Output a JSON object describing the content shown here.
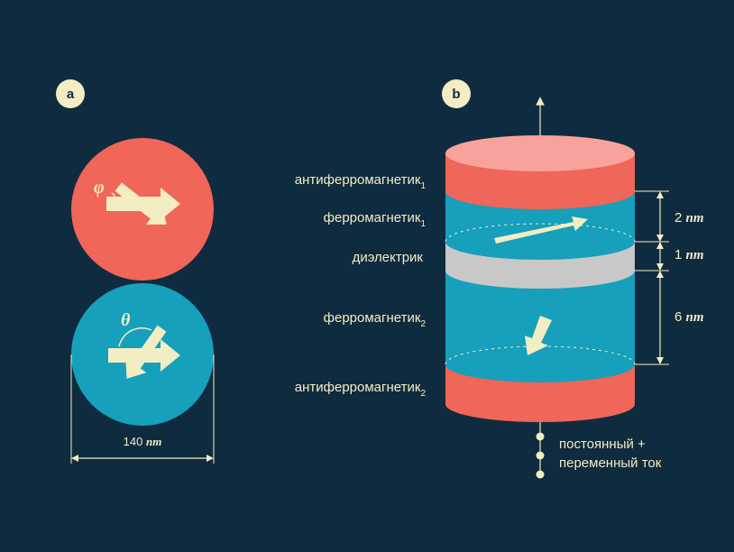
{
  "panel_a": {
    "badge": "a",
    "angle_top": "φ",
    "angle_bottom": "θ",
    "width_value": "140",
    "width_unit": "nm"
  },
  "panel_b": {
    "badge": "b",
    "layers": {
      "afm1": "антиферромагнетик",
      "afm1_sub": "1",
      "fm1": "ферромагнетик",
      "fm1_sub": "1",
      "dielectric": "диэлектрик",
      "fm2": "ферромагнетик",
      "fm2_sub": "2",
      "afm2": "антиферромагнетик",
      "afm2_sub": "2"
    },
    "dimensions": [
      {
        "value": "2",
        "unit": "nm"
      },
      {
        "value": "1",
        "unit": "nm"
      },
      {
        "value": "6",
        "unit": "nm"
      }
    ],
    "current_line1": "постоянный +",
    "current_line2": "переменный ток"
  },
  "colors": {
    "background": "#0f2b3f",
    "antiferromagnet": "#f06658",
    "antiferromagnet_top": "#f7a29b",
    "ferromagnet": "#16a0bc",
    "dielectric": "#c8c8c8",
    "arrow": "#f6f0c2"
  }
}
